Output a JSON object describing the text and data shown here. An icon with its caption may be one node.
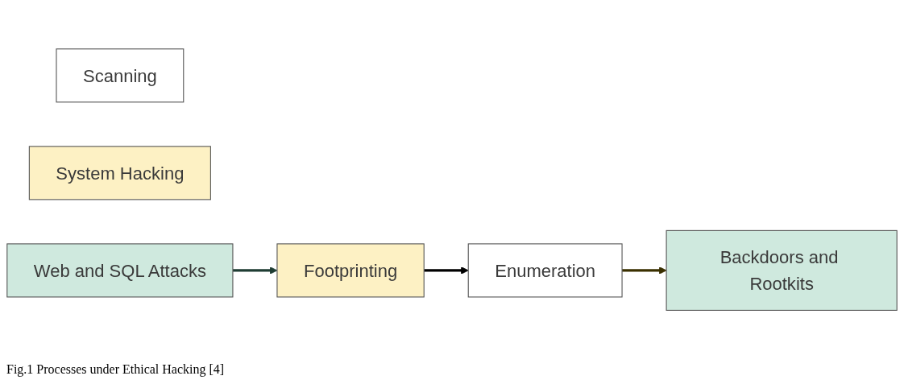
{
  "diagram": {
    "caption": "Fig.1 Processes under Ethical Hacking [4]",
    "nodes": [
      {
        "text": [
          "Footprinting"
        ]
      },
      {
        "text": [
          "Scanning"
        ]
      },
      {
        "text": [
          "Enumeration"
        ]
      },
      {
        "text": [
          "System Hacking"
        ]
      },
      {
        "text": [
          "Backdoors and Rootkits"
        ]
      },
      {
        "text": [
          "Web and SQL Attacks"
        ]
      }
    ],
    "edges": [
      {
        "from": 0,
        "to": 2,
        "arrow": "to"
      },
      {
        "from": 2,
        "to": 4,
        "arrow": "to",
        "color": "#3a3000"
      },
      {
        "from": 5,
        "to": 0,
        "arrow": "to",
        "color": "#1f3d33"
      }
    ]
  }
}
